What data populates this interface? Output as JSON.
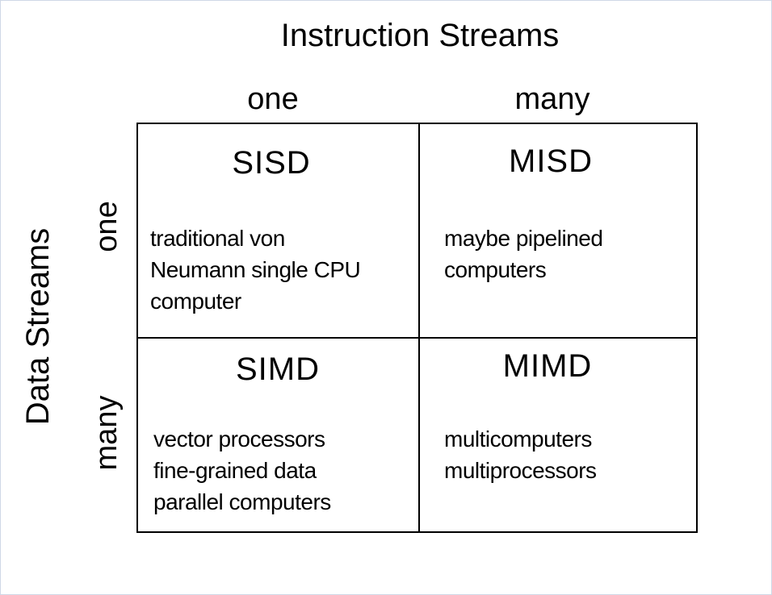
{
  "axes": {
    "instruction_title": "Instruction Streams",
    "instruction_one": "one",
    "instruction_many": "many",
    "data_title": "Data Streams",
    "data_one": "one",
    "data_many": "many"
  },
  "cells": {
    "sisd": {
      "title": "SISD",
      "lines": [
        "traditional von",
        "Neumann single CPU",
        "computer"
      ]
    },
    "misd": {
      "title": "MISD",
      "lines": [
        "maybe pipelined",
        "computers"
      ]
    },
    "simd": {
      "title": "SIMD",
      "lines": [
        "vector processors",
        "fine-grained data",
        "parallel computers"
      ]
    },
    "mimd": {
      "title": "MIMD",
      "lines": [
        "multicomputers",
        "multiprocessors"
      ]
    }
  }
}
